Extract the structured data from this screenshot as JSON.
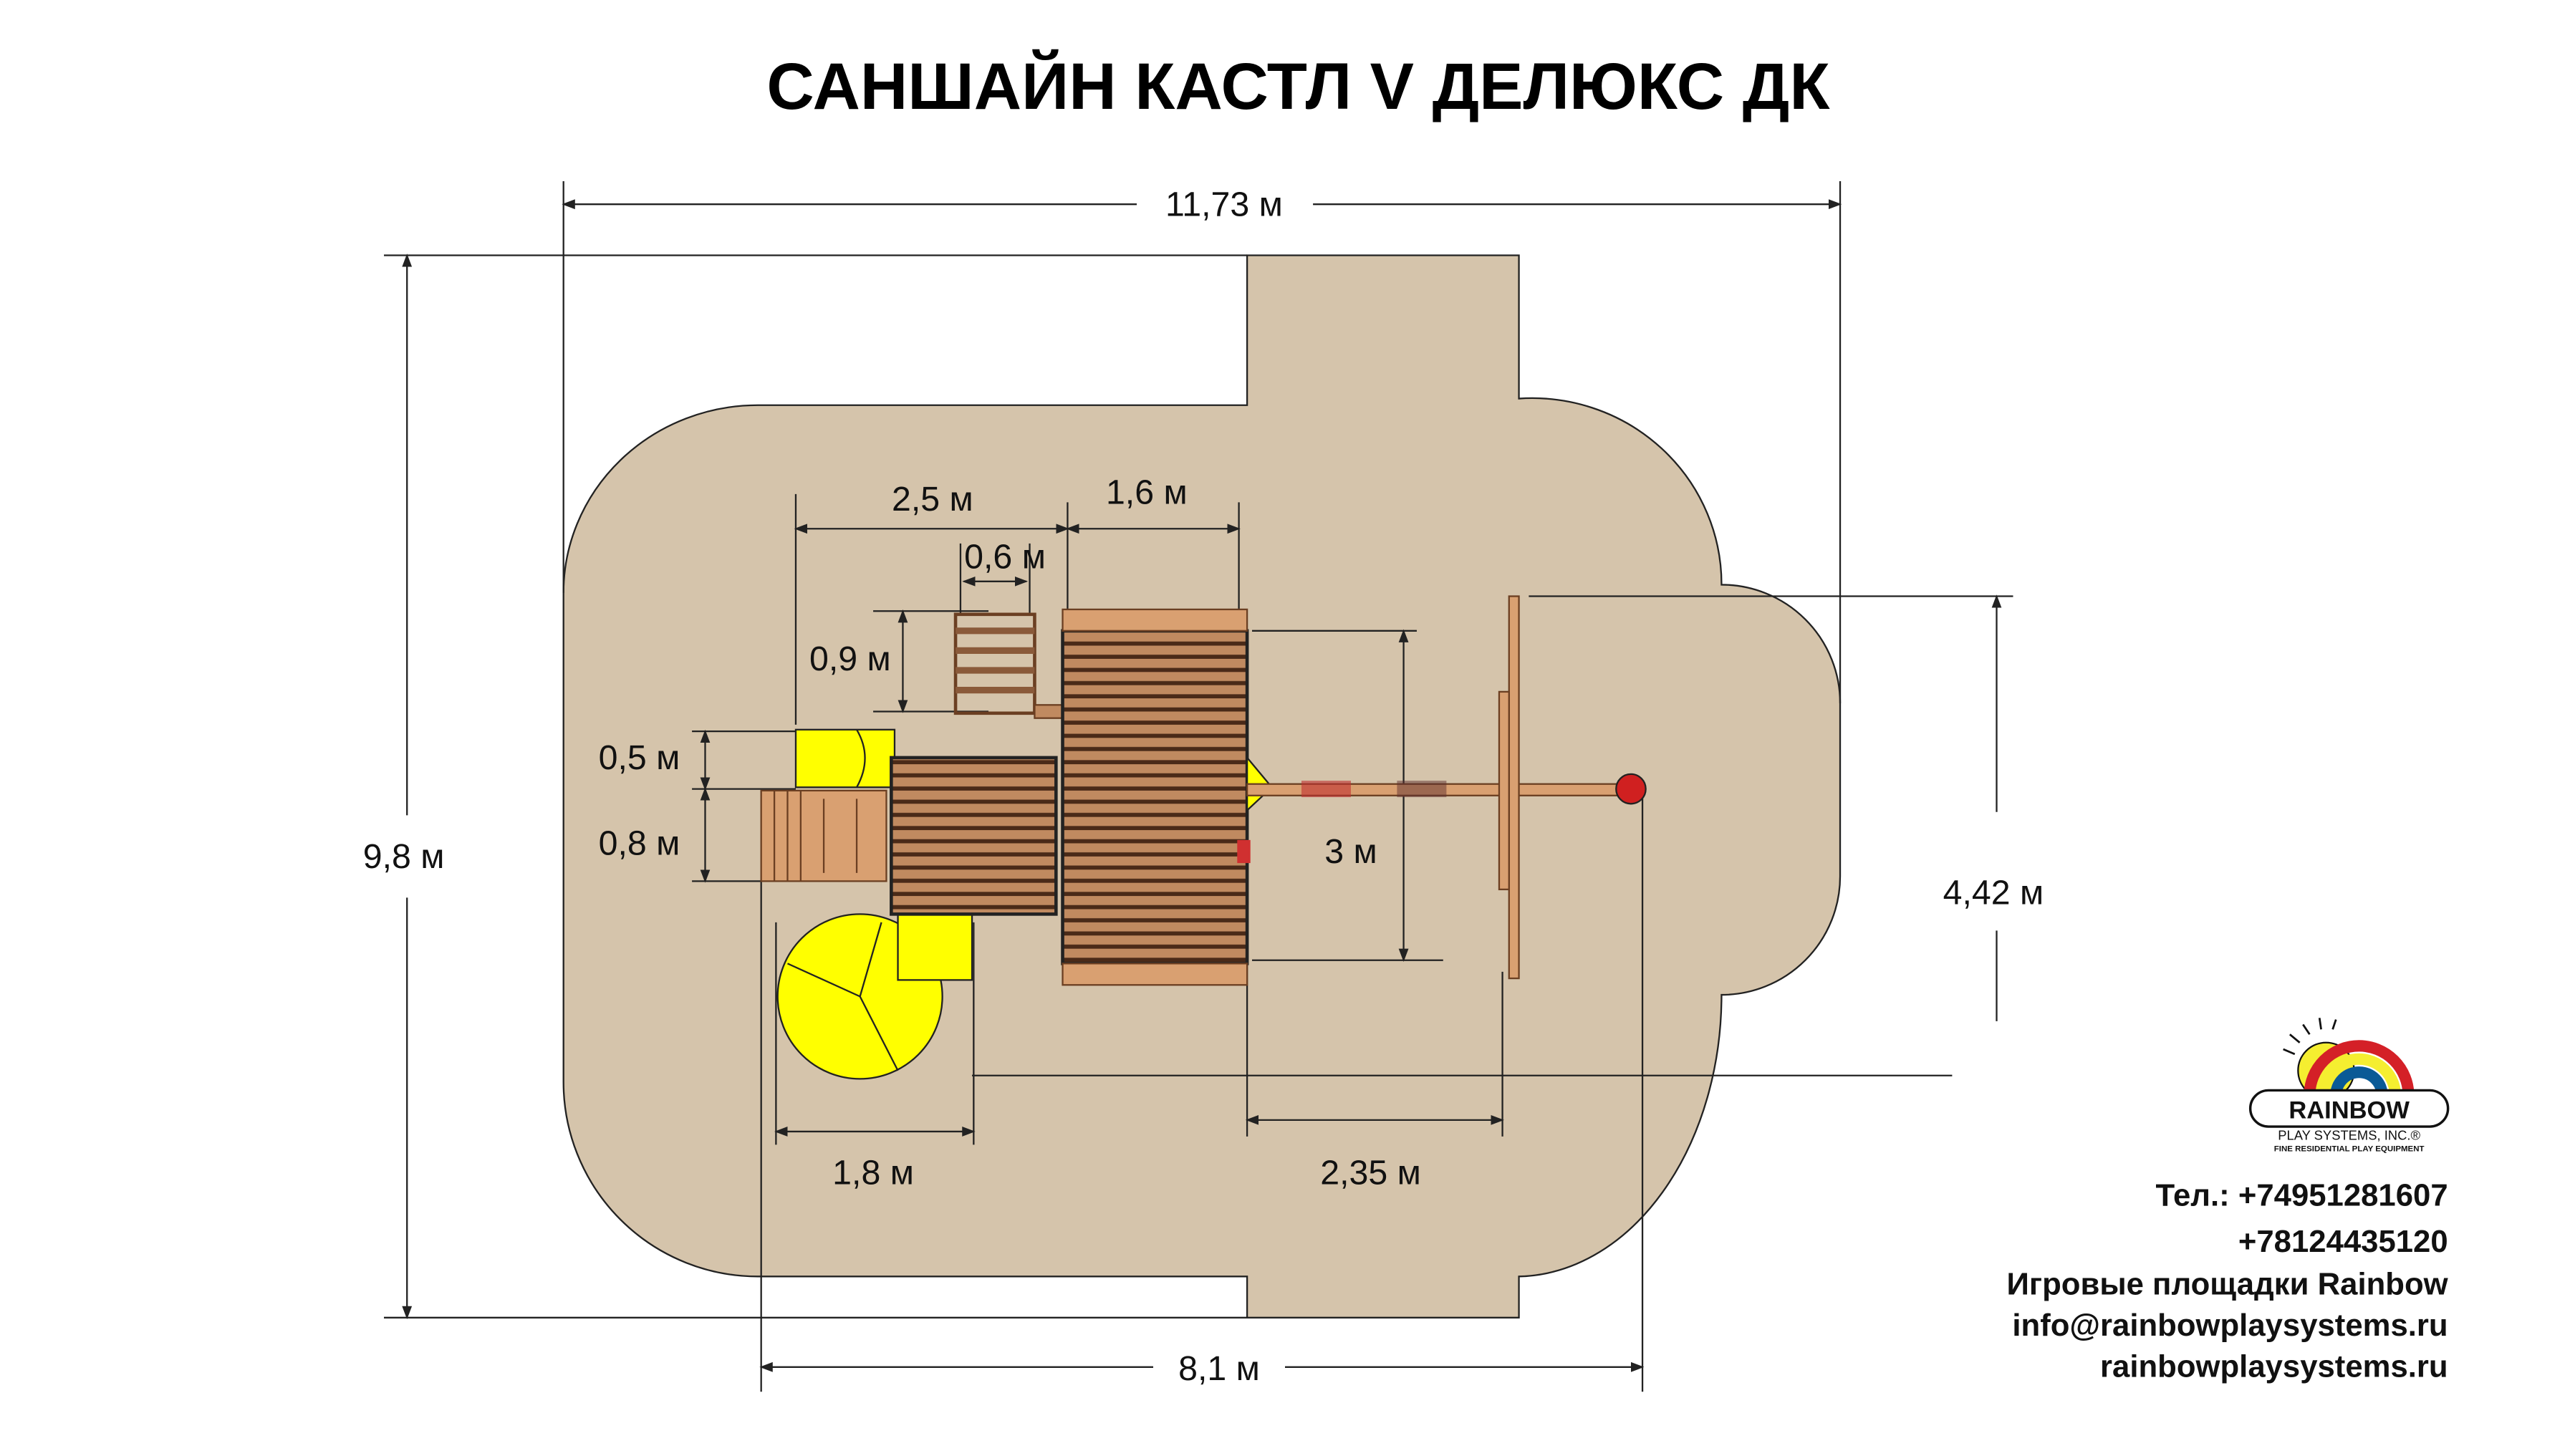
{
  "title": "САНШАЙН КАСТЛ V ДЕЛЮКС ДК",
  "dimensions": {
    "total_width": "11,73 м",
    "total_depth": "9,8 м",
    "base_width": "8,1 м",
    "swing_depth": "4,42 м",
    "deck_a": "2,5 м",
    "deck_b": "1,6 м",
    "ladder_w": "0,6 м",
    "ladder_h": "0,9 м",
    "slide_w": "0,5 м",
    "entry_w": "0,8 м",
    "deck_len": "3 м",
    "spiral": "1,8 м",
    "swing_len": "2,35 м"
  },
  "contacts": {
    "phone1": "Тел.: +74951281607",
    "phone2": "+78124435120",
    "company": "Игровые площадки Rainbow",
    "email": "info@rainbowplaysystems.ru",
    "site": "rainbowplaysystems.ru"
  },
  "logo": {
    "name": "RAINBOW",
    "line2": "PLAY SYSTEMS, INC.®",
    "line3": "FINE RESIDENTIAL PLAY EQUIPMENT"
  },
  "colors": {
    "ground": "#d5c4ab",
    "wood": "#b07a52",
    "slide": "#ffff00"
  }
}
